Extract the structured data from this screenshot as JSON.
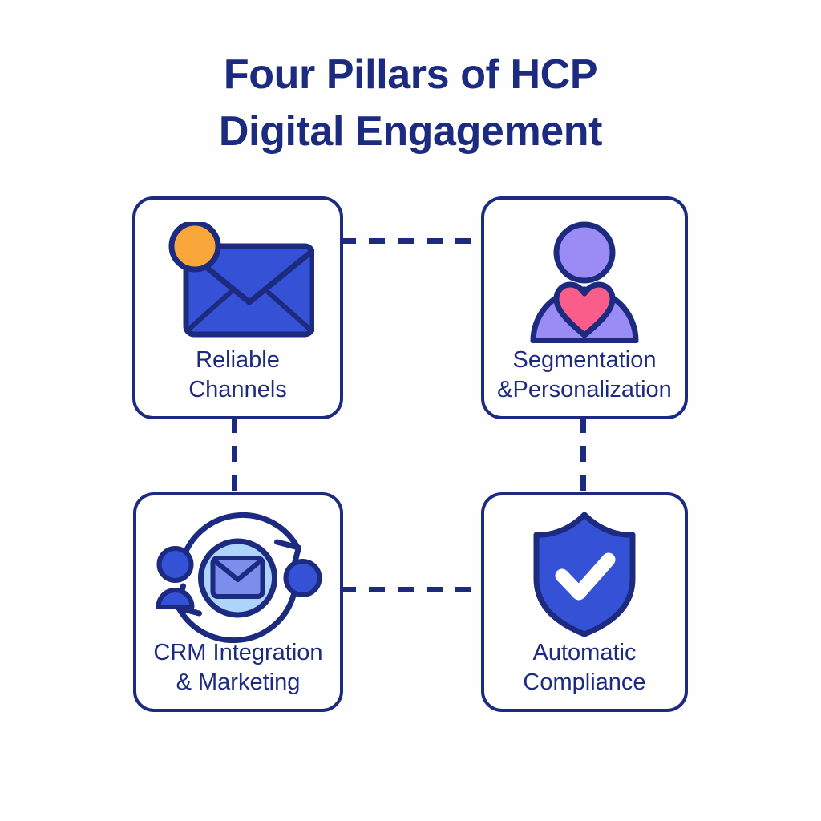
{
  "page": {
    "background_color": "#fefefe",
    "primary_color": "#1c2a80",
    "accent_blue": "#3551d6",
    "accent_purple": "#9b8cf5",
    "accent_pink": "#fa5d89",
    "accent_orange": "#f9a73b",
    "accent_light_blue": "#aed4fa"
  },
  "title": {
    "line1": "Four Pillars of HCP",
    "line2": "Digital Engagement"
  },
  "cards": [
    {
      "id": "reliable-channels",
      "icon": "envelope-notification-icon",
      "label_line1": "Reliable",
      "label_line2": "Channels"
    },
    {
      "id": "segmentation",
      "icon": "person-heart-icon",
      "label_line1": "Segmentation",
      "label_line2": "&Personalization"
    },
    {
      "id": "crm-integration",
      "icon": "sync-mail-contacts-icon",
      "label_line1": "CRM Integration",
      "label_line2": "& Marketing"
    },
    {
      "id": "automatic-compliance",
      "icon": "shield-check-icon",
      "label_line1": "Automatic",
      "label_line2": "Compliance"
    }
  ],
  "connectors": [
    {
      "id": "connector-top",
      "style": "dashed",
      "orientation": "horizontal"
    },
    {
      "id": "connector-bottom",
      "style": "dashed",
      "orientation": "horizontal"
    },
    {
      "id": "connector-left",
      "style": "dashed",
      "orientation": "vertical"
    },
    {
      "id": "connector-right",
      "style": "dashed",
      "orientation": "vertical"
    }
  ]
}
